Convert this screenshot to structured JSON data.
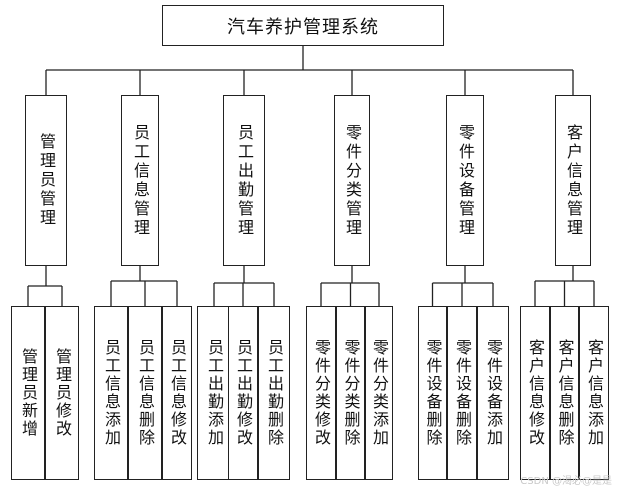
{
  "root": {
    "label": "汽车养护管理系统"
  },
  "modules": [
    {
      "label": "管理员管理",
      "children": [
        "管理员新增",
        "管理员修改"
      ]
    },
    {
      "label": "员工信息管理",
      "children": [
        "员工信息添加",
        "员工信息删除",
        "员工信息修改"
      ]
    },
    {
      "label": "员工出勤管理",
      "children": [
        "员工出勤添加",
        "员工出勤修改",
        "员工出勤删除"
      ]
    },
    {
      "label": "零件分类管理",
      "children": [
        "零件分类修改",
        "零件分类删除",
        "零件分类添加"
      ]
    },
    {
      "label": "零件设备管理",
      "children": [
        "零件设备删除",
        "零件设备删除",
        "零件设备添加"
      ]
    },
    {
      "label": "客户信息管理",
      "children": [
        "客户信息修改",
        "客户信息删除",
        "客户信息添加"
      ]
    }
  ],
  "watermark": "CSDN @渴必@是是"
}
